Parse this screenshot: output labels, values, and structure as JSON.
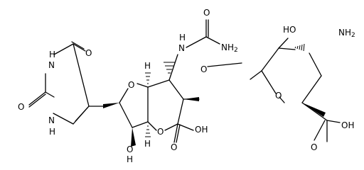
{
  "molecule": {
    "atom_labels": {
      "uracil_oxo_top": "O",
      "uracil_n3h": "H",
      "uracil_n3": "N",
      "uracil_oxo_left": "O",
      "uracil_n1h": "H",
      "uracil_n1": "N",
      "furan_ring_o": "O",
      "furan_h": "H",
      "hydroxyl_h": "H",
      "hydroxyl_o": "O",
      "pyran_h": "H",
      "pyran_ring_o": "O",
      "acid1_o": "O",
      "acid1_oh": "OH",
      "urea_nh": "H",
      "urea_n": "N",
      "urea_o": "O",
      "urea_nh2": "NH",
      "urea_nh2_sub": "2",
      "glycosidic_o": "O",
      "ho_top": "HO",
      "amine_nh2": "NH",
      "amine_nh2_sub": "2",
      "sugar_ring_o": "O",
      "acid2_o": "O",
      "acid2_oh": "OH"
    }
  }
}
